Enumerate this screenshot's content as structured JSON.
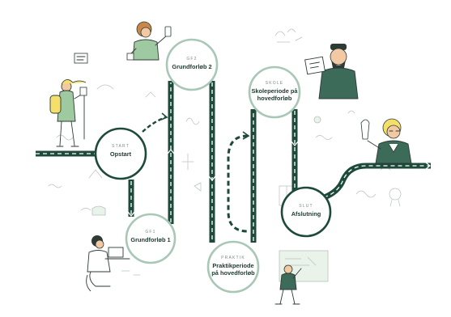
{
  "diagram": {
    "colors": {
      "track": "#1d4a3a",
      "track_dash": "#ffffff",
      "node_fill": "#ffffff",
      "node_ring": "#1d4a3a",
      "node_ring_light": "#a9c7b6",
      "accent_yellow": "#f3df6a",
      "accent_green": "#9fc9a0",
      "accent_skin": "#f2c9a3"
    },
    "stages": {
      "start": {
        "label": "START",
        "title": [
          "Opstart"
        ]
      },
      "gf1": {
        "label": "GF1",
        "title": [
          "Grundforløb 1"
        ]
      },
      "gf2": {
        "label": "GF2",
        "title": [
          "Grundforløb 2"
        ]
      },
      "skole": {
        "label": "SKOLE",
        "title": [
          "Skoleperiode på",
          "hovedforløb"
        ]
      },
      "praktik": {
        "label": "PRAKTIK",
        "title": [
          "Praktikperiode",
          "på hovedforløb"
        ]
      },
      "slut": {
        "label": "SLUT",
        "title": [
          "Afslutning"
        ]
      }
    },
    "illustrations": {
      "hiker": "hiker-with-backpack-illustration",
      "woman_phone": "woman-holding-phone-illustration",
      "woman_laptop": "woman-at-laptop-illustration",
      "bearded_man": "bearded-man-reading-illustration",
      "blond_person": "blond-person-illustration",
      "person_board": "person-at-whiteboard-illustration"
    }
  }
}
